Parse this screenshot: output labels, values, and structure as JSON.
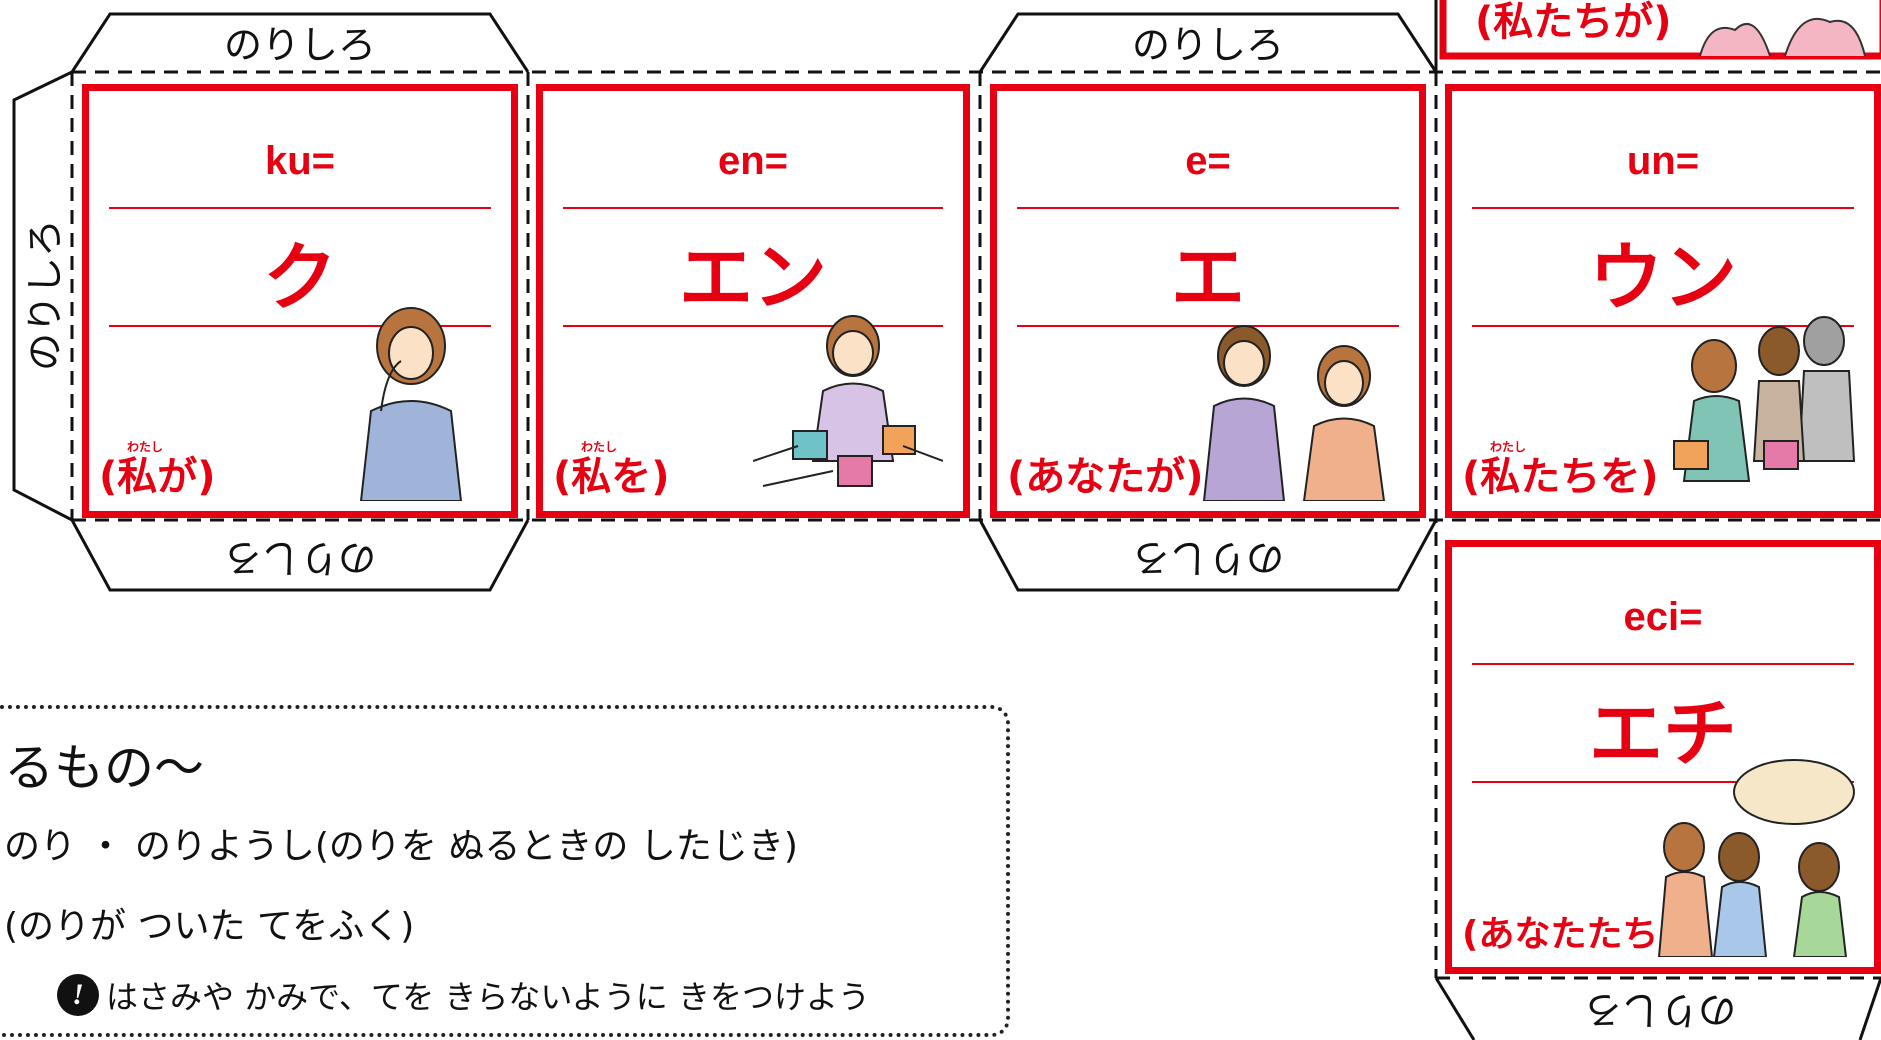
{
  "tabs": {
    "glue_label": "のりしろ"
  },
  "cards": [
    {
      "id": "ku",
      "romaji": "ku=",
      "kana": "ク",
      "subtitle": "(私が)",
      "ruby": "わたし"
    },
    {
      "id": "en",
      "romaji": "en=",
      "kana": "エン",
      "subtitle": "(私を)",
      "ruby": "わたし"
    },
    {
      "id": "e",
      "romaji": "e=",
      "kana": "エ",
      "subtitle": "(あなたが)"
    },
    {
      "id": "un",
      "romaji": "un=",
      "kana": "ウン",
      "subtitle": "(私たちを)",
      "ruby": "わたし"
    },
    {
      "id": "eci",
      "romaji": "eci=",
      "kana": "エチ",
      "subtitle": "(あなたたちを)"
    }
  ],
  "top_partial_card": {
    "subtitle": "(私たちが)"
  },
  "notes": {
    "title": "るもの～",
    "line1": "のり ・ のりようし(のりを ぬるときの したじき)",
    "line2": "(のりが ついた てをふく)",
    "warning": "はさみや かみで、てを きらないように きをつけよう",
    "warning_icon": "exclamation-icon"
  },
  "colors": {
    "accent": "#e60012",
    "ink": "#111111"
  }
}
